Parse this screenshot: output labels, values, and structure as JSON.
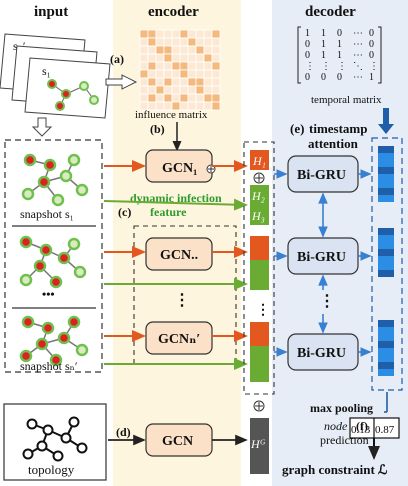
{
  "headers": {
    "input": "input",
    "encoder": "encoder",
    "decoder": "decoder"
  },
  "input": {
    "snapshot_labels": [
      "sₙ′",
      "…",
      "s₁"
    ],
    "snapshot1_caption": "snapshot s₁",
    "snapshotn_caption": "snapshot sₙ′",
    "ellipsis": "•••",
    "topology_caption": "topology"
  },
  "steps": {
    "a": "(a)",
    "b": "(b)",
    "c": "(c)",
    "d": "(d)",
    "e": "(e)",
    "f": "(f)"
  },
  "encoder": {
    "influence_matrix_label": "influence matrix",
    "gcn1": "GCN₁",
    "gcn_mid": "GCN..",
    "gcn_n": "GCNₙ′",
    "gcn_topology": "GCN",
    "dynamic_infection_line1": "dynamic infection",
    "dynamic_infection_line2": "feature",
    "vertical_dots": "⋮"
  },
  "features": {
    "h1": "H₁",
    "h2": "H₂",
    "h3": "H₃",
    "hg": "Hᴳ",
    "plus": "⊕"
  },
  "decoder": {
    "temporal_matrix_label": "temporal matrix",
    "matrix_rows": [
      [
        "1",
        "1",
        "0",
        "⋯",
        "0"
      ],
      [
        "0",
        "1",
        "1",
        "⋯",
        "0"
      ],
      [
        "0",
        "1",
        "1",
        "⋯",
        "0"
      ],
      [
        "⋮",
        "⋮",
        "⋮",
        "⋱",
        "⋮"
      ],
      [
        "0",
        "0",
        "0",
        "⋯",
        "1"
      ]
    ],
    "timestamp_attention_line1": "timestamp",
    "timestamp_attention_line2": "attention",
    "bigru": "Bi-GRU",
    "max_pooling": "max pooling",
    "node_prediction_line1": "node vᵢ",
    "node_prediction_line2": "prediction",
    "prediction_values": [
      "0.13",
      "0.87"
    ],
    "graph_constraint": "graph constraint ℒ"
  },
  "colors": {
    "encoder_bg": "#fdf5dd",
    "decoder_bg": "#e6edf7",
    "gcn_fill": "#fbe1c8",
    "bigru_fill": "#d9e3f1",
    "orange": "#e2581f",
    "green": "#6aac33",
    "blue_dark": "#1f5ea8",
    "blue_light": "#2b8de4",
    "node_red": "#dd2020",
    "node_green": "#6fc04f"
  }
}
